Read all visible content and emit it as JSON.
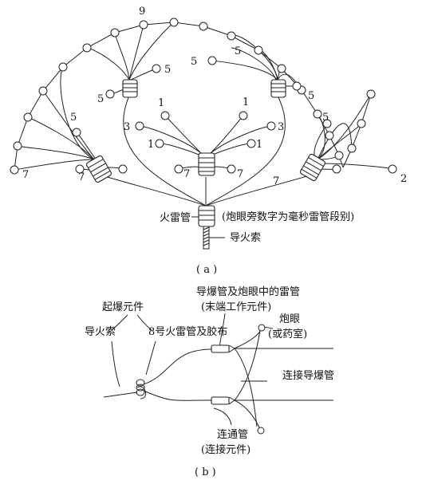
{
  "diagram_a": {
    "delay_numbers": {
      "top_center": "9",
      "upper_left_right": "5",
      "upper_left_left": "5",
      "upper_right_top": "5",
      "upper_right_left": "5",
      "upper_right_right": "5",
      "center_left_top": "1",
      "center_right_top": "1",
      "center_left_mid": "3",
      "center_right_mid": "3",
      "center_left_low": "1",
      "center_right_low": "1",
      "center_bottom_left": "7",
      "center_bottom_right": "7",
      "left_top": "5",
      "left_left": "7",
      "left_bottom": "7",
      "right_top": "5",
      "right_bottom": "7",
      "right_far": "2"
    },
    "detonator_label": "火雷管",
    "note": "(炮眼旁数字为毫秒雷管段别)",
    "fuse_label": "导火索",
    "caption": "( a )"
  },
  "diagram_b": {
    "initiator_label": "起爆元件",
    "fuse_label": "导火索",
    "detonator_label": "8号火雷管及胶布",
    "end_label_line1": "导爆管及炮眼中的雷管",
    "end_label_line2": "(末端工作元件)",
    "hole_label_line1": "炮眼",
    "hole_label_line2": "(或药室)",
    "tube_label": "连接导爆管",
    "connector_label_line1": "连通管",
    "connector_label_line2": "(连接元件)",
    "caption": "( b )"
  }
}
